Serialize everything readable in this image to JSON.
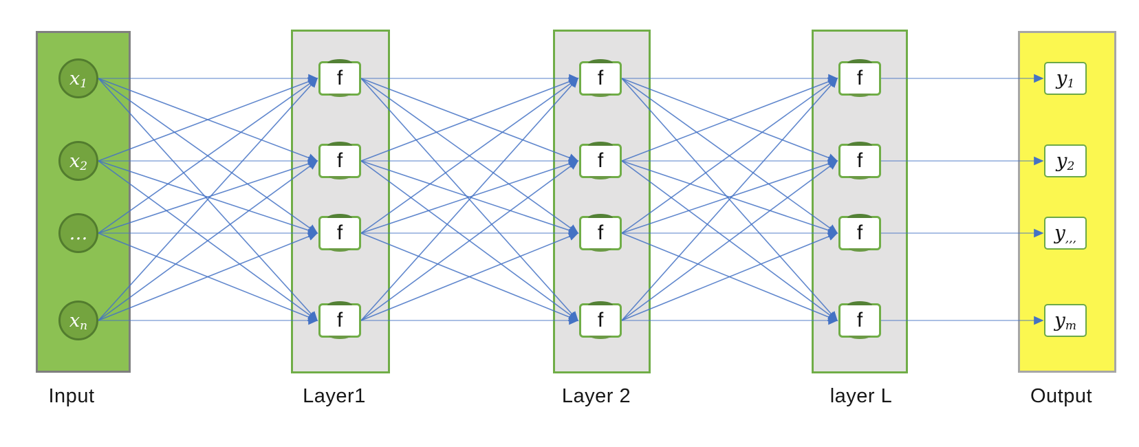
{
  "diagram": {
    "columns": [
      {
        "id": "input",
        "label": "Input",
        "nodes": [
          {
            "base": "x",
            "sub": "1"
          },
          {
            "base": "x",
            "sub": "2"
          },
          {
            "base": "…",
            "sub": ""
          },
          {
            "base": "x",
            "sub": "n"
          }
        ]
      },
      {
        "id": "layer1",
        "label": "Layer1",
        "nodes": [
          {
            "base": "f",
            "sub": ""
          },
          {
            "base": "f",
            "sub": ""
          },
          {
            "base": "f",
            "sub": ""
          },
          {
            "base": "f",
            "sub": ""
          }
        ]
      },
      {
        "id": "layer2",
        "label": "Layer 2",
        "nodes": [
          {
            "base": "f",
            "sub": ""
          },
          {
            "base": "f",
            "sub": ""
          },
          {
            "base": "f",
            "sub": ""
          },
          {
            "base": "f",
            "sub": ""
          }
        ]
      },
      {
        "id": "layerL",
        "label": "layer L",
        "nodes": [
          {
            "base": "f",
            "sub": ""
          },
          {
            "base": "f",
            "sub": ""
          },
          {
            "base": "f",
            "sub": ""
          },
          {
            "base": "f",
            "sub": ""
          }
        ]
      },
      {
        "id": "output",
        "label": "Output",
        "nodes": [
          {
            "base": "y",
            "sub": "1"
          },
          {
            "base": "y",
            "sub": "2"
          },
          {
            "base": "y",
            "sub": ",,,"
          },
          {
            "base": "y",
            "sub": "m"
          }
        ]
      }
    ],
    "connections": [
      {
        "from": "input",
        "to": "layer1",
        "type": "full"
      },
      {
        "from": "layer1",
        "to": "layer2",
        "type": "full"
      },
      {
        "from": "layer2",
        "to": "layerL",
        "type": "full"
      },
      {
        "from": "layerL",
        "to": "output",
        "type": "one-to-one"
      }
    ],
    "colors": {
      "input_panel_fill": "#8CC153",
      "input_panel_border": "#7F7F7F",
      "input_node_fill": "#74A43F",
      "input_node_border": "#527C2E",
      "layer_panel_fill": "#E3E2E2",
      "layer_panel_border": "#70AD47",
      "neuron_box_fill": "#FFFFFF",
      "neuron_box_border": "#70AD47",
      "neuron_arc": "#538135",
      "output_panel_fill": "#FBF750",
      "output_panel_border": "#A6A6A6",
      "output_box_border": "#6CA947",
      "wire_blue": "#4472C4"
    }
  }
}
